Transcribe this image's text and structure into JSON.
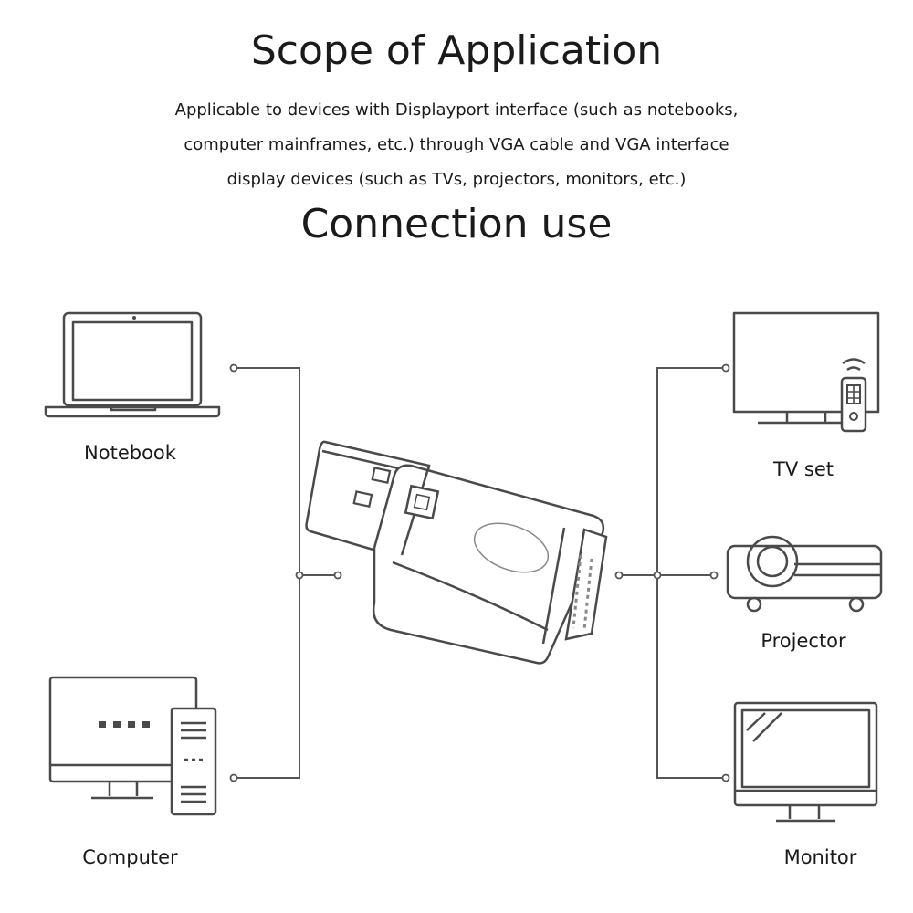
{
  "heading_scope": "Scope of Application",
  "description": [
    "Applicable to devices with Displayport interface (such as notebooks,",
    "computer mainframes, etc.) through VGA cable and VGA interface",
    "display devices (such as TVs, projectors, monitors, etc.)"
  ],
  "heading_connection": "Connection use",
  "devices": {
    "notebook": "Notebook",
    "computer": "Computer",
    "tv": "TV set",
    "projector": "Projector",
    "monitor": "Monitor"
  },
  "colors": {
    "line": "#555555",
    "device": "#4a4a4a",
    "adapter": "#ffffff"
  },
  "icons": [
    "laptop-icon",
    "desktop-computer-icon",
    "tv-icon",
    "remote-control-icon",
    "projector-icon",
    "monitor-icon",
    "dp-to-vga-adapter-icon"
  ]
}
